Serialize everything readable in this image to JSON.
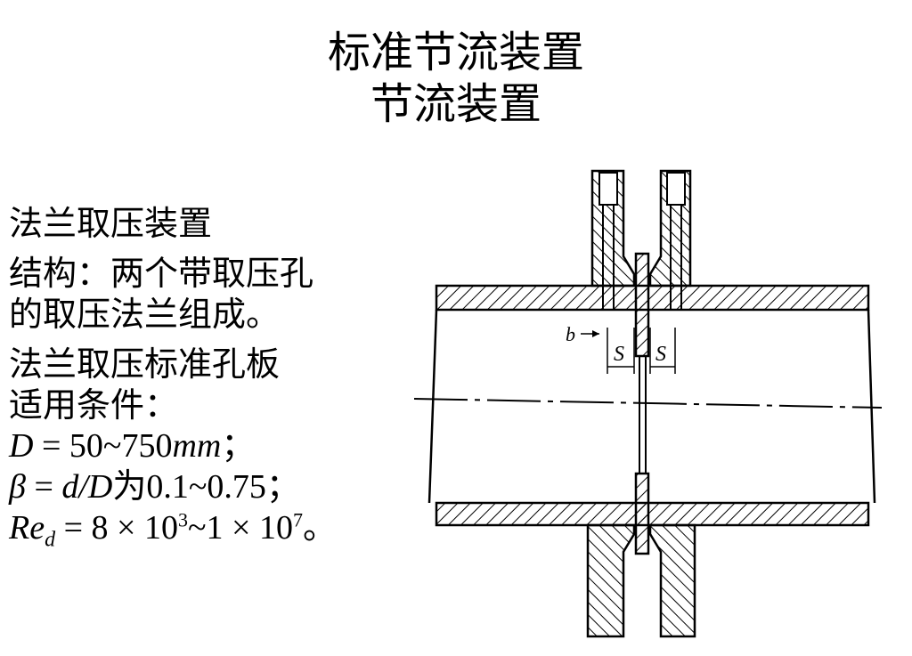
{
  "title": {
    "line1": "标准节流装置",
    "line2": "节流装置"
  },
  "body": {
    "heading": "法兰取压装置",
    "structure_line1": "结构：两个带取压孔",
    "structure_line2": "的取压法兰组成。",
    "conditions_line1": "法兰取压标准孔板",
    "conditions_line2": "适用条件：",
    "f1_var": "D",
    "f1_rest": " = 50~750",
    "f1_unit": "mm",
    "f1_end": "；",
    "f2_beta": "β",
    "f2_eq": " = ",
    "f2_ratio": "d/D",
    "f2_rest": "为0.1~0.75；",
    "f3_re": "Re",
    "f3_sub": "d",
    "f3_mid": " = 8 × 10",
    "f3_exp1": "3",
    "f3_mid2": "~1 × 10",
    "f3_exp2": "7",
    "f3_end": "。"
  },
  "diagram": {
    "label_b": "b",
    "label_s1": "S",
    "label_s2": "S"
  }
}
